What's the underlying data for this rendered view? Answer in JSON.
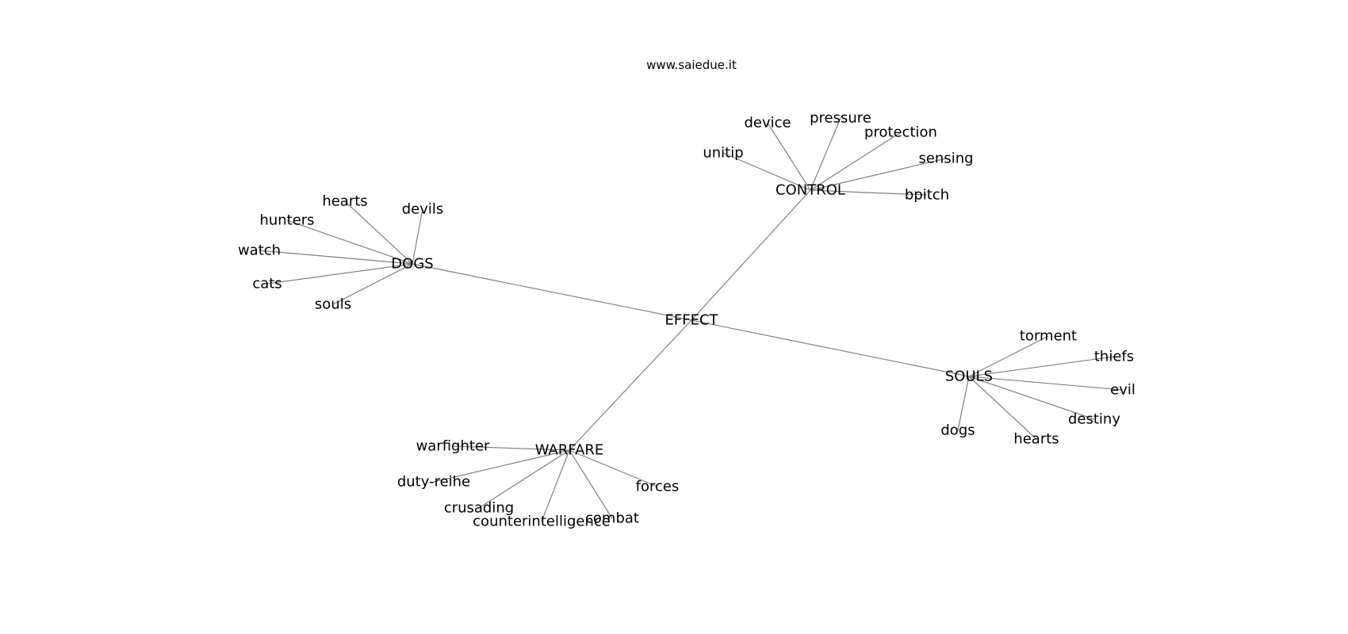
{
  "header": {
    "text": "www.saiedue.it"
  },
  "graph": {
    "nodes": [
      {
        "id": "effect",
        "label": "EFFECT"
      },
      {
        "id": "dogs",
        "label": "DOGS"
      },
      {
        "id": "control",
        "label": "CONTROL"
      },
      {
        "id": "souls",
        "label": "SOULS"
      },
      {
        "id": "warfare",
        "label": "WARFARE"
      },
      {
        "id": "dogs-hearts",
        "label": "hearts"
      },
      {
        "id": "dogs-devils",
        "label": "devils"
      },
      {
        "id": "dogs-hunters",
        "label": "hunters"
      },
      {
        "id": "dogs-watch",
        "label": "watch"
      },
      {
        "id": "dogs-cats",
        "label": "cats"
      },
      {
        "id": "dogs-souls",
        "label": "souls"
      },
      {
        "id": "control-device",
        "label": "device"
      },
      {
        "id": "control-pressure",
        "label": "pressure"
      },
      {
        "id": "control-protection",
        "label": "protection"
      },
      {
        "id": "control-unitip",
        "label": "unitip"
      },
      {
        "id": "control-sensing",
        "label": "sensing"
      },
      {
        "id": "control-bpitch",
        "label": "bpitch"
      },
      {
        "id": "souls-torment",
        "label": "torment"
      },
      {
        "id": "souls-thiefs",
        "label": "thiefs"
      },
      {
        "id": "souls-evil",
        "label": "evil"
      },
      {
        "id": "souls-destiny",
        "label": "destiny"
      },
      {
        "id": "souls-hearts",
        "label": "hearts"
      },
      {
        "id": "souls-dogs",
        "label": "dogs"
      },
      {
        "id": "warfare-warfighter",
        "label": "warfighter"
      },
      {
        "id": "warfare-duty-reihe",
        "label": "duty-reihe"
      },
      {
        "id": "warfare-crusading",
        "label": "crusading"
      },
      {
        "id": "warfare-counterintelligence",
        "label": "counterintelligence"
      },
      {
        "id": "warfare-combat",
        "label": "combat"
      },
      {
        "id": "warfare-forces",
        "label": "forces"
      }
    ],
    "edges": [
      [
        "effect",
        "dogs"
      ],
      [
        "effect",
        "control"
      ],
      [
        "effect",
        "souls"
      ],
      [
        "effect",
        "warfare"
      ],
      [
        "dogs",
        "dogs-hearts"
      ],
      [
        "dogs",
        "dogs-devils"
      ],
      [
        "dogs",
        "dogs-hunters"
      ],
      [
        "dogs",
        "dogs-watch"
      ],
      [
        "dogs",
        "dogs-cats"
      ],
      [
        "dogs",
        "dogs-souls"
      ],
      [
        "control",
        "control-device"
      ],
      [
        "control",
        "control-pressure"
      ],
      [
        "control",
        "control-protection"
      ],
      [
        "control",
        "control-unitip"
      ],
      [
        "control",
        "control-sensing"
      ],
      [
        "control",
        "control-bpitch"
      ],
      [
        "souls",
        "souls-torment"
      ],
      [
        "souls",
        "souls-thiefs"
      ],
      [
        "souls",
        "souls-evil"
      ],
      [
        "souls",
        "souls-destiny"
      ],
      [
        "souls",
        "souls-hearts"
      ],
      [
        "souls",
        "souls-dogs"
      ],
      [
        "warfare",
        "warfare-warfighter"
      ],
      [
        "warfare",
        "warfare-duty-reihe"
      ],
      [
        "warfare",
        "warfare-crusading"
      ],
      [
        "warfare",
        "warfare-counterintelligence"
      ],
      [
        "warfare",
        "warfare-combat"
      ],
      [
        "warfare",
        "warfare-forces"
      ]
    ]
  }
}
